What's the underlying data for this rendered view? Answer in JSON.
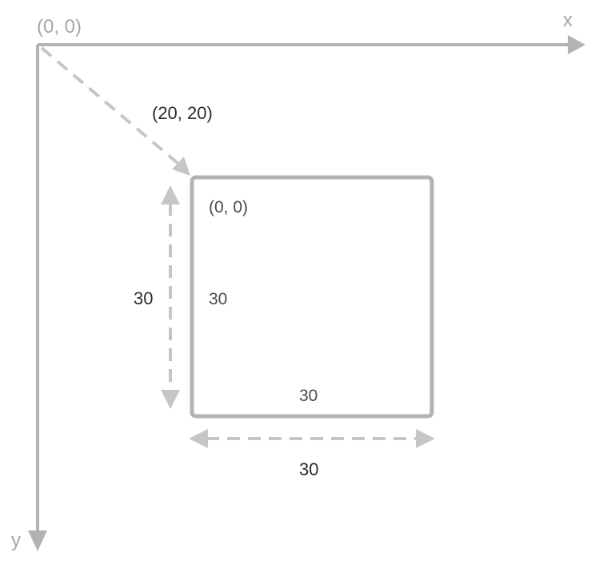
{
  "axes": {
    "origin_label": "(0, 0)",
    "x_label": "x",
    "y_label": "y"
  },
  "offset": {
    "label": "(20, 20)"
  },
  "box": {
    "origin_label": "(0, 0)",
    "inner_height_label": "30",
    "inner_width_label": "30",
    "outer_height_label": "30",
    "outer_width_label": "30"
  },
  "colors": {
    "stroke": "#b3b3b3",
    "text_light": "#a6a6a6",
    "text_dark": "#2b2b2b"
  }
}
